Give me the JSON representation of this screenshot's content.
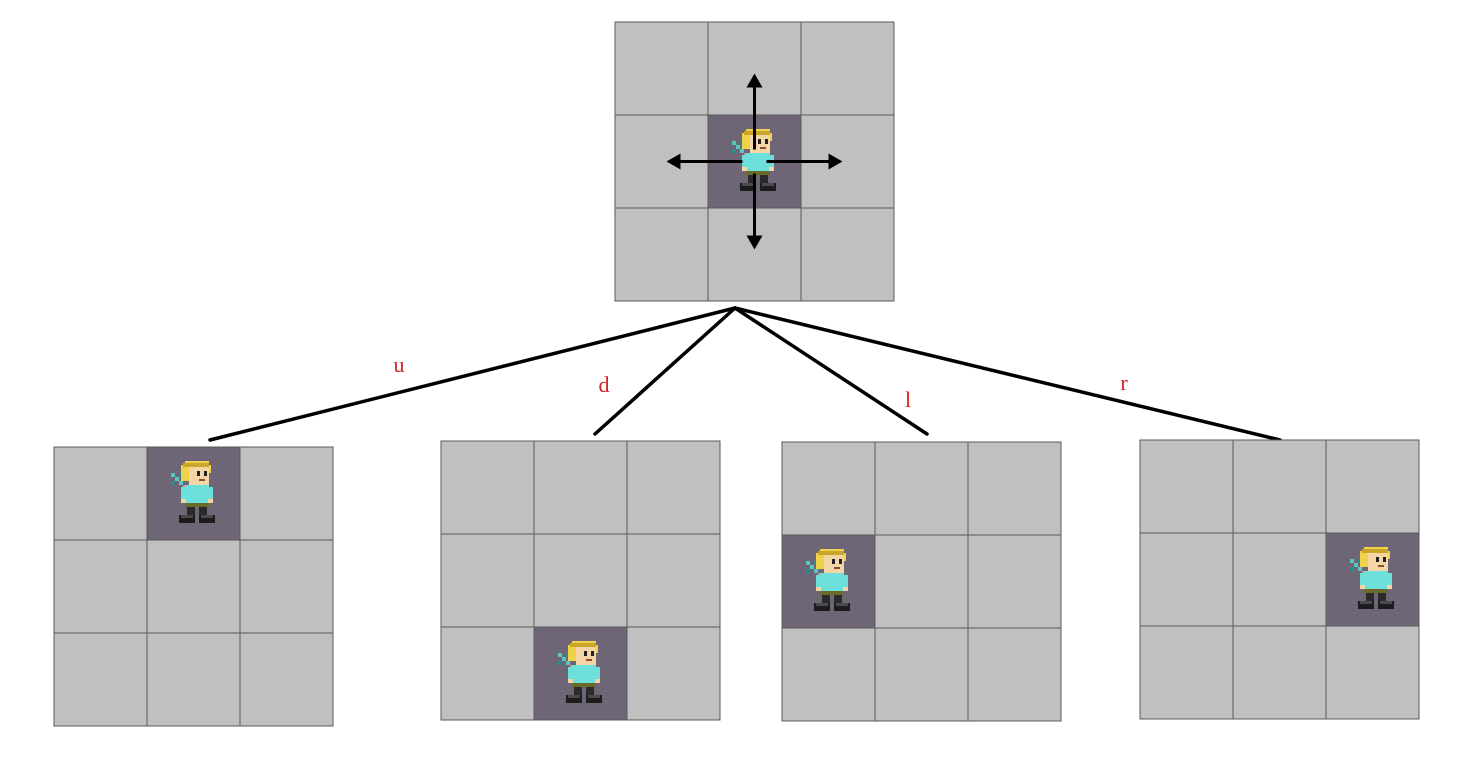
{
  "colors": {
    "cell": "#c0c0c0",
    "cell_border": "#5a5a5a",
    "agent_cell": "#6e6577",
    "edge": "#000000",
    "label": "#d62222",
    "arrow": "#000000"
  },
  "grid": {
    "rows": 3,
    "cols": 3
  },
  "root": {
    "agent": {
      "row": 1,
      "col": 1
    },
    "arrows": [
      "up",
      "left",
      "right",
      "down"
    ]
  },
  "children": [
    {
      "label": "u",
      "agent": {
        "row": 0,
        "col": 1
      }
    },
    {
      "label": "d",
      "agent": {
        "row": 2,
        "col": 1
      }
    },
    {
      "label": "l",
      "agent": {
        "row": 1,
        "col": 0
      }
    },
    {
      "label": "r",
      "agent": {
        "row": 1,
        "col": 2
      }
    }
  ],
  "icons": {
    "agent": "pixel-hero-icon",
    "arrow": "arrow-icon"
  }
}
